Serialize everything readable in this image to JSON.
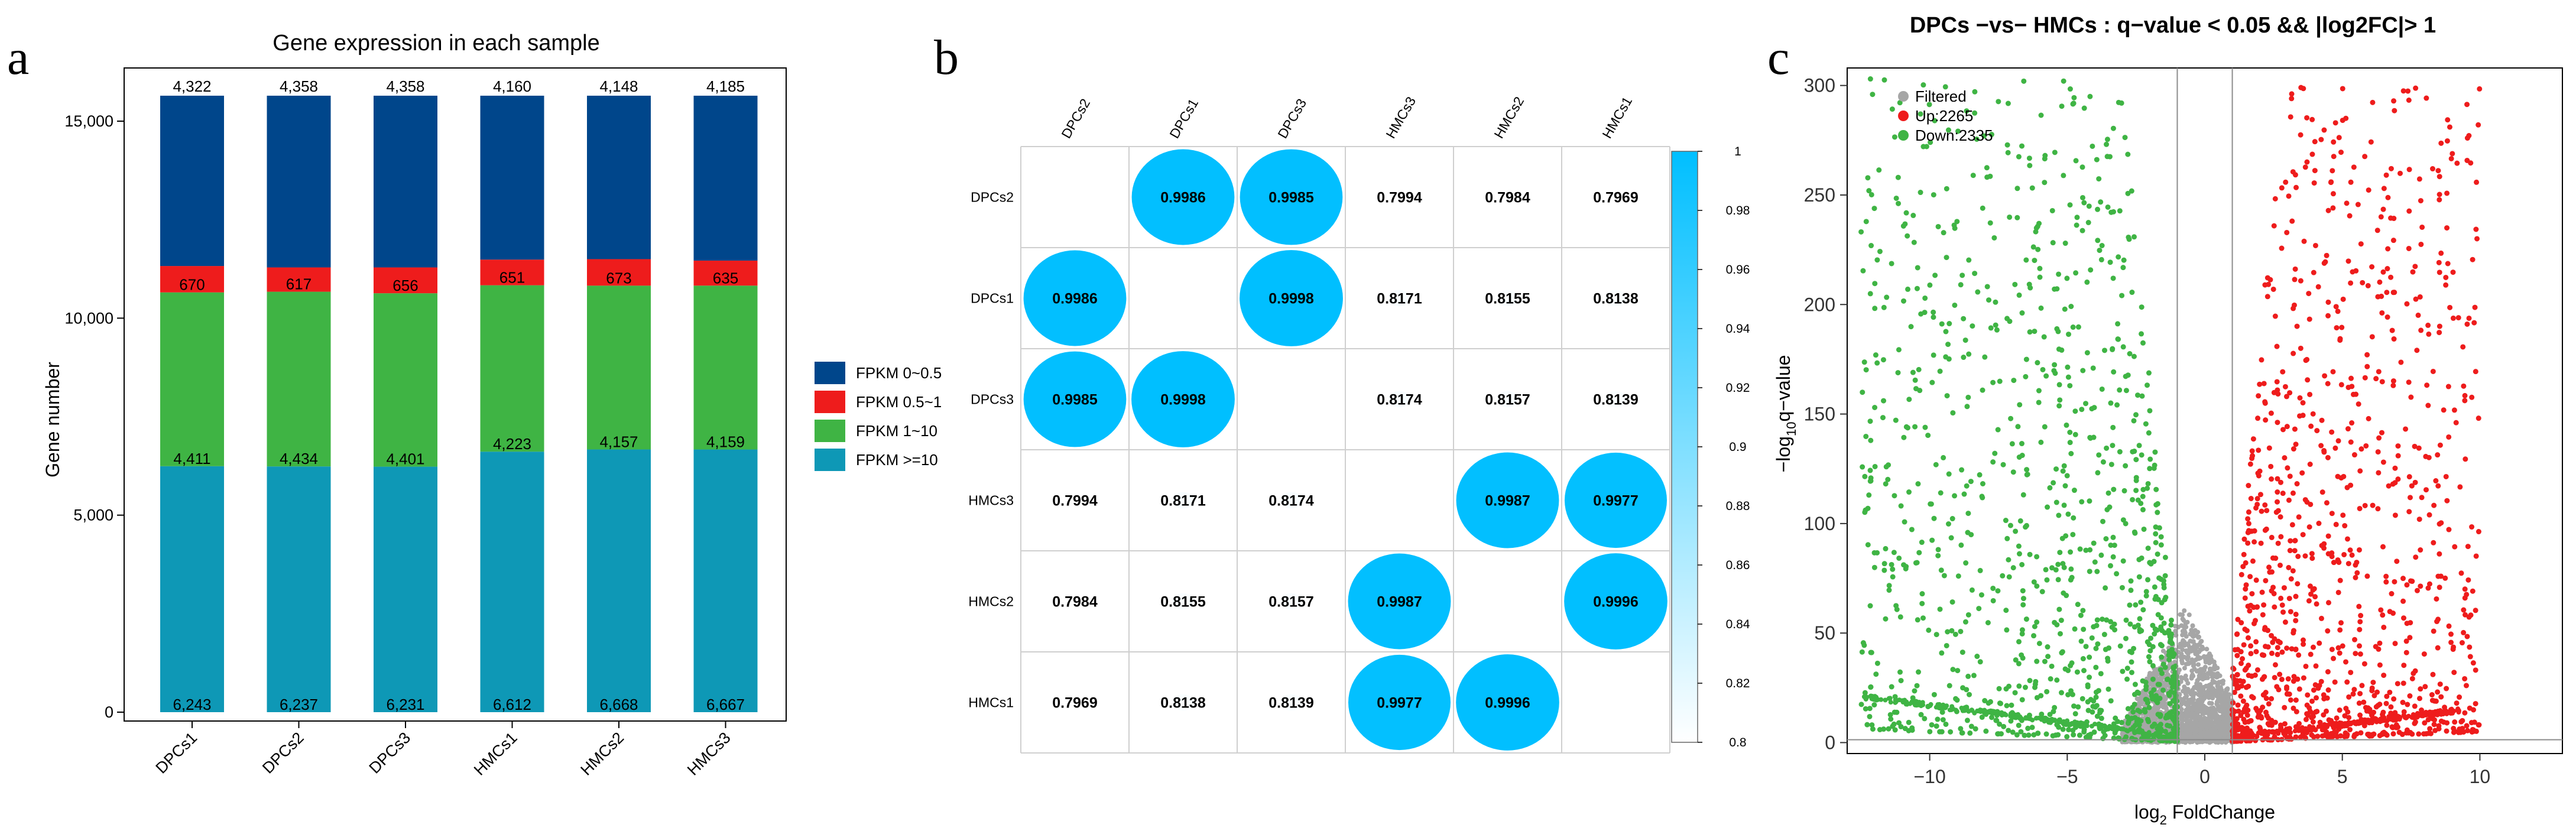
{
  "panel_letters": {
    "a": "a",
    "b": "b",
    "c": "c"
  },
  "chart_data": [
    {
      "type": "bar",
      "stacked": true,
      "title": "Gene expression in each sample",
      "xlabel": "",
      "ylabel": "Gene number",
      "categories": [
        "DPCs1",
        "DPCs2",
        "DPCs3",
        "HMCs1",
        "HMCs2",
        "HMCs3"
      ],
      "ylim": [
        0,
        16000
      ],
      "yticks": [
        0,
        5000,
        10000,
        15000
      ],
      "ytick_labels": [
        "0",
        "5,000",
        "10,000",
        "15,000"
      ],
      "series": [
        {
          "name": "FPKM >=10",
          "color": "#0e98b6",
          "values": [
            6243,
            6237,
            6231,
            6612,
            6668,
            6667
          ],
          "labels": [
            "6,243",
            "6,237",
            "6,231",
            "6,612",
            "6,668",
            "6,667"
          ]
        },
        {
          "name": "FPKM 1~10",
          "color": "#3fb444",
          "values": [
            4411,
            4434,
            4401,
            4223,
            4157,
            4159
          ],
          "labels": [
            "4,411",
            "4,434",
            "4,401",
            "4,223",
            "4,157",
            "4,159"
          ]
        },
        {
          "name": "FPKM 0.5~1",
          "color": "#ee1c1c",
          "values": [
            670,
            617,
            656,
            651,
            673,
            635
          ],
          "labels": [
            "670",
            "617",
            "656",
            "651",
            "673",
            "635"
          ]
        },
        {
          "name": "FPKM 0~0.5",
          "color": "#00468b",
          "values": [
            4322,
            4358,
            4358,
            4160,
            4148,
            4185
          ],
          "labels": [
            "4,322",
            "4,358",
            "4,358",
            "4,160",
            "4,148",
            "4,185"
          ]
        }
      ],
      "legend_order": [
        "FPKM 0~0.5",
        "FPKM 0.5~1",
        "FPKM 1~10",
        "FPKM >=10"
      ],
      "legend_position": "right",
      "grid": false
    },
    {
      "type": "heatmap",
      "title": "",
      "rows": [
        "DPCs2",
        "DPCs1",
        "DPCs3",
        "HMCs3",
        "HMCs2",
        "HMCs1"
      ],
      "cols": [
        "DPCs2",
        "DPCs1",
        "DPCs3",
        "HMCs3",
        "HMCs2",
        "HMCs1"
      ],
      "matrix": [
        [
          null,
          0.9986,
          0.9985,
          0.7994,
          0.7984,
          0.7969
        ],
        [
          0.9986,
          null,
          0.9998,
          0.8171,
          0.8155,
          0.8138
        ],
        [
          0.9985,
          0.9998,
          null,
          0.8174,
          0.8157,
          0.8139
        ],
        [
          0.7994,
          0.8171,
          0.8174,
          null,
          0.9987,
          0.9977
        ],
        [
          0.7984,
          0.8155,
          0.8157,
          0.9987,
          null,
          0.9996
        ],
        [
          0.7969,
          0.8138,
          0.8139,
          0.9977,
          0.9996,
          null
        ]
      ],
      "value_labels": [
        [
          "",
          "0.9986",
          "0.9985",
          "0.7994",
          "0.7984",
          "0.7969"
        ],
        [
          "0.9986",
          "",
          "0.9998",
          "0.8171",
          "0.8155",
          "0.8138"
        ],
        [
          "0.9985",
          "0.9998",
          "",
          "0.8174",
          "0.8157",
          "0.8139"
        ],
        [
          "0.7994",
          "0.8171",
          "0.8174",
          "",
          "0.9987",
          "0.9977"
        ],
        [
          "0.7984",
          "0.8155",
          "0.8157",
          "0.9987",
          "",
          "0.9996"
        ],
        [
          "0.7969",
          "0.8138",
          "0.8139",
          "0.9977",
          "0.9996",
          ""
        ]
      ],
      "color_range": [
        0.8,
        1
      ],
      "color_low": "#ffffff",
      "color_high": "#00bfff",
      "colorbar_ticks": [
        0.8,
        0.82,
        0.84,
        0.86,
        0.88,
        0.9,
        0.92,
        0.94,
        0.96,
        0.98,
        1
      ],
      "colorbar_labels": [
        "0.8",
        "0.82",
        "0.84",
        "0.86",
        "0.88",
        "0.9",
        "0.92",
        "0.94",
        "0.96",
        "0.98",
        "1"
      ]
    },
    {
      "type": "scatter",
      "title": "DPCs −vs− HMCs : q−value < 0.05 && |log2FC|> 1",
      "xlabel_prefix": "log",
      "xlabel_sub": "2",
      "xlabel_suffix": " FoldChange",
      "ylabel_prefix": "−log",
      "ylabel_sub": "10",
      "ylabel_suffix": "q−value",
      "xlim": [
        -13,
        13
      ],
      "ylim": [
        -5,
        308
      ],
      "xticks": [
        -10,
        -5,
        0,
        5,
        10
      ],
      "xtick_labels": [
        "−10",
        "−5",
        "0",
        "5",
        "10"
      ],
      "yticks": [
        0,
        50,
        100,
        150,
        200,
        250,
        300
      ],
      "ytick_labels": [
        "0",
        "50",
        "100",
        "150",
        "200",
        "250",
        "300"
      ],
      "vlines": [
        -1,
        1
      ],
      "hline": 1.3,
      "legend_position": "top-left",
      "series": [
        {
          "name": "Filtered",
          "color": "#a6a6a6",
          "count": null
        },
        {
          "name": "Up:2265",
          "color": "#ee1c1c",
          "count": 2265
        },
        {
          "name": "Down:2335",
          "color": "#3fb444",
          "count": 2335
        }
      ],
      "approx_extent": {
        "up_x_range": [
          1,
          10
        ],
        "up_y_max": 305,
        "down_x_range": [
          -13,
          -1
        ],
        "down_y_max": 303,
        "filtered_x_range": [
          -3,
          1
        ],
        "filtered_y_max": 60
      },
      "grid": false
    }
  ]
}
